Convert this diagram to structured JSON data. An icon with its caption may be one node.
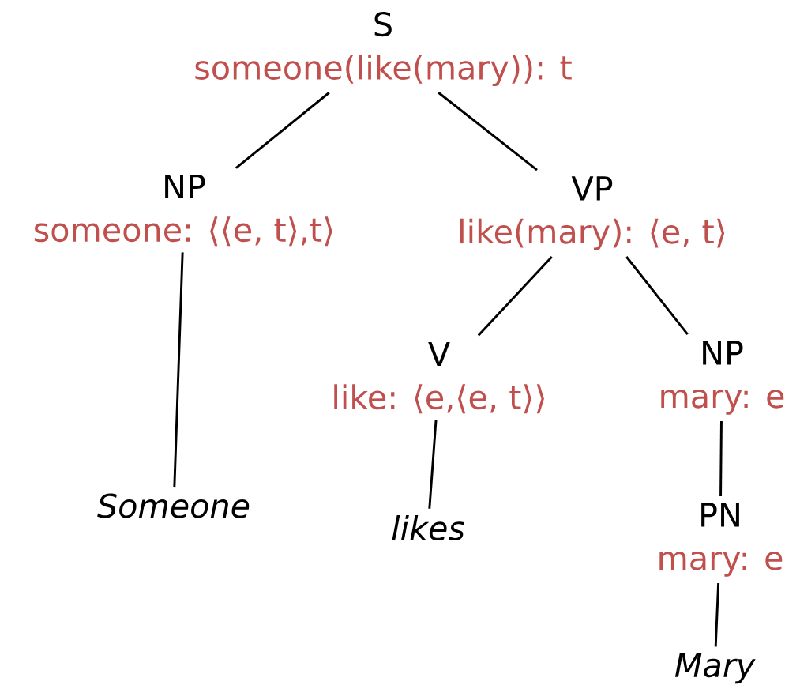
{
  "diagram": {
    "nodes": [
      {
        "text": [
          "S",
          "someone(like(mary)): t"
        ]
      },
      {
        "text": [
          "NP",
          "someone: ⟨⟨e, t⟩,t⟩"
        ]
      },
      {
        "text": [
          "VP",
          "like(mary): ⟨e, t⟩"
        ]
      },
      {
        "text": [
          "Someone"
        ]
      },
      {
        "text": [
          "V",
          "like: ⟨e,⟨e, t⟩⟩"
        ]
      },
      {
        "text": [
          "NP",
          "mary: e"
        ]
      },
      {
        "text": [
          "likes"
        ]
      },
      {
        "text": [
          "PN",
          "mary: e"
        ]
      },
      {
        "text": [
          "Mary"
        ]
      }
    ],
    "edges": [
      {
        "from": 0,
        "to": 1,
        "arrow": "none"
      },
      {
        "from": 0,
        "to": 2,
        "arrow": "none"
      },
      {
        "from": 1,
        "to": 3,
        "arrow": "none"
      },
      {
        "from": 2,
        "to": 4,
        "arrow": "none"
      },
      {
        "from": 2,
        "to": 5,
        "arrow": "none"
      },
      {
        "from": 4,
        "to": 6,
        "arrow": "none"
      },
      {
        "from": 5,
        "to": 7,
        "arrow": "none"
      },
      {
        "from": 7,
        "to": 8,
        "arrow": "none"
      }
    ]
  }
}
